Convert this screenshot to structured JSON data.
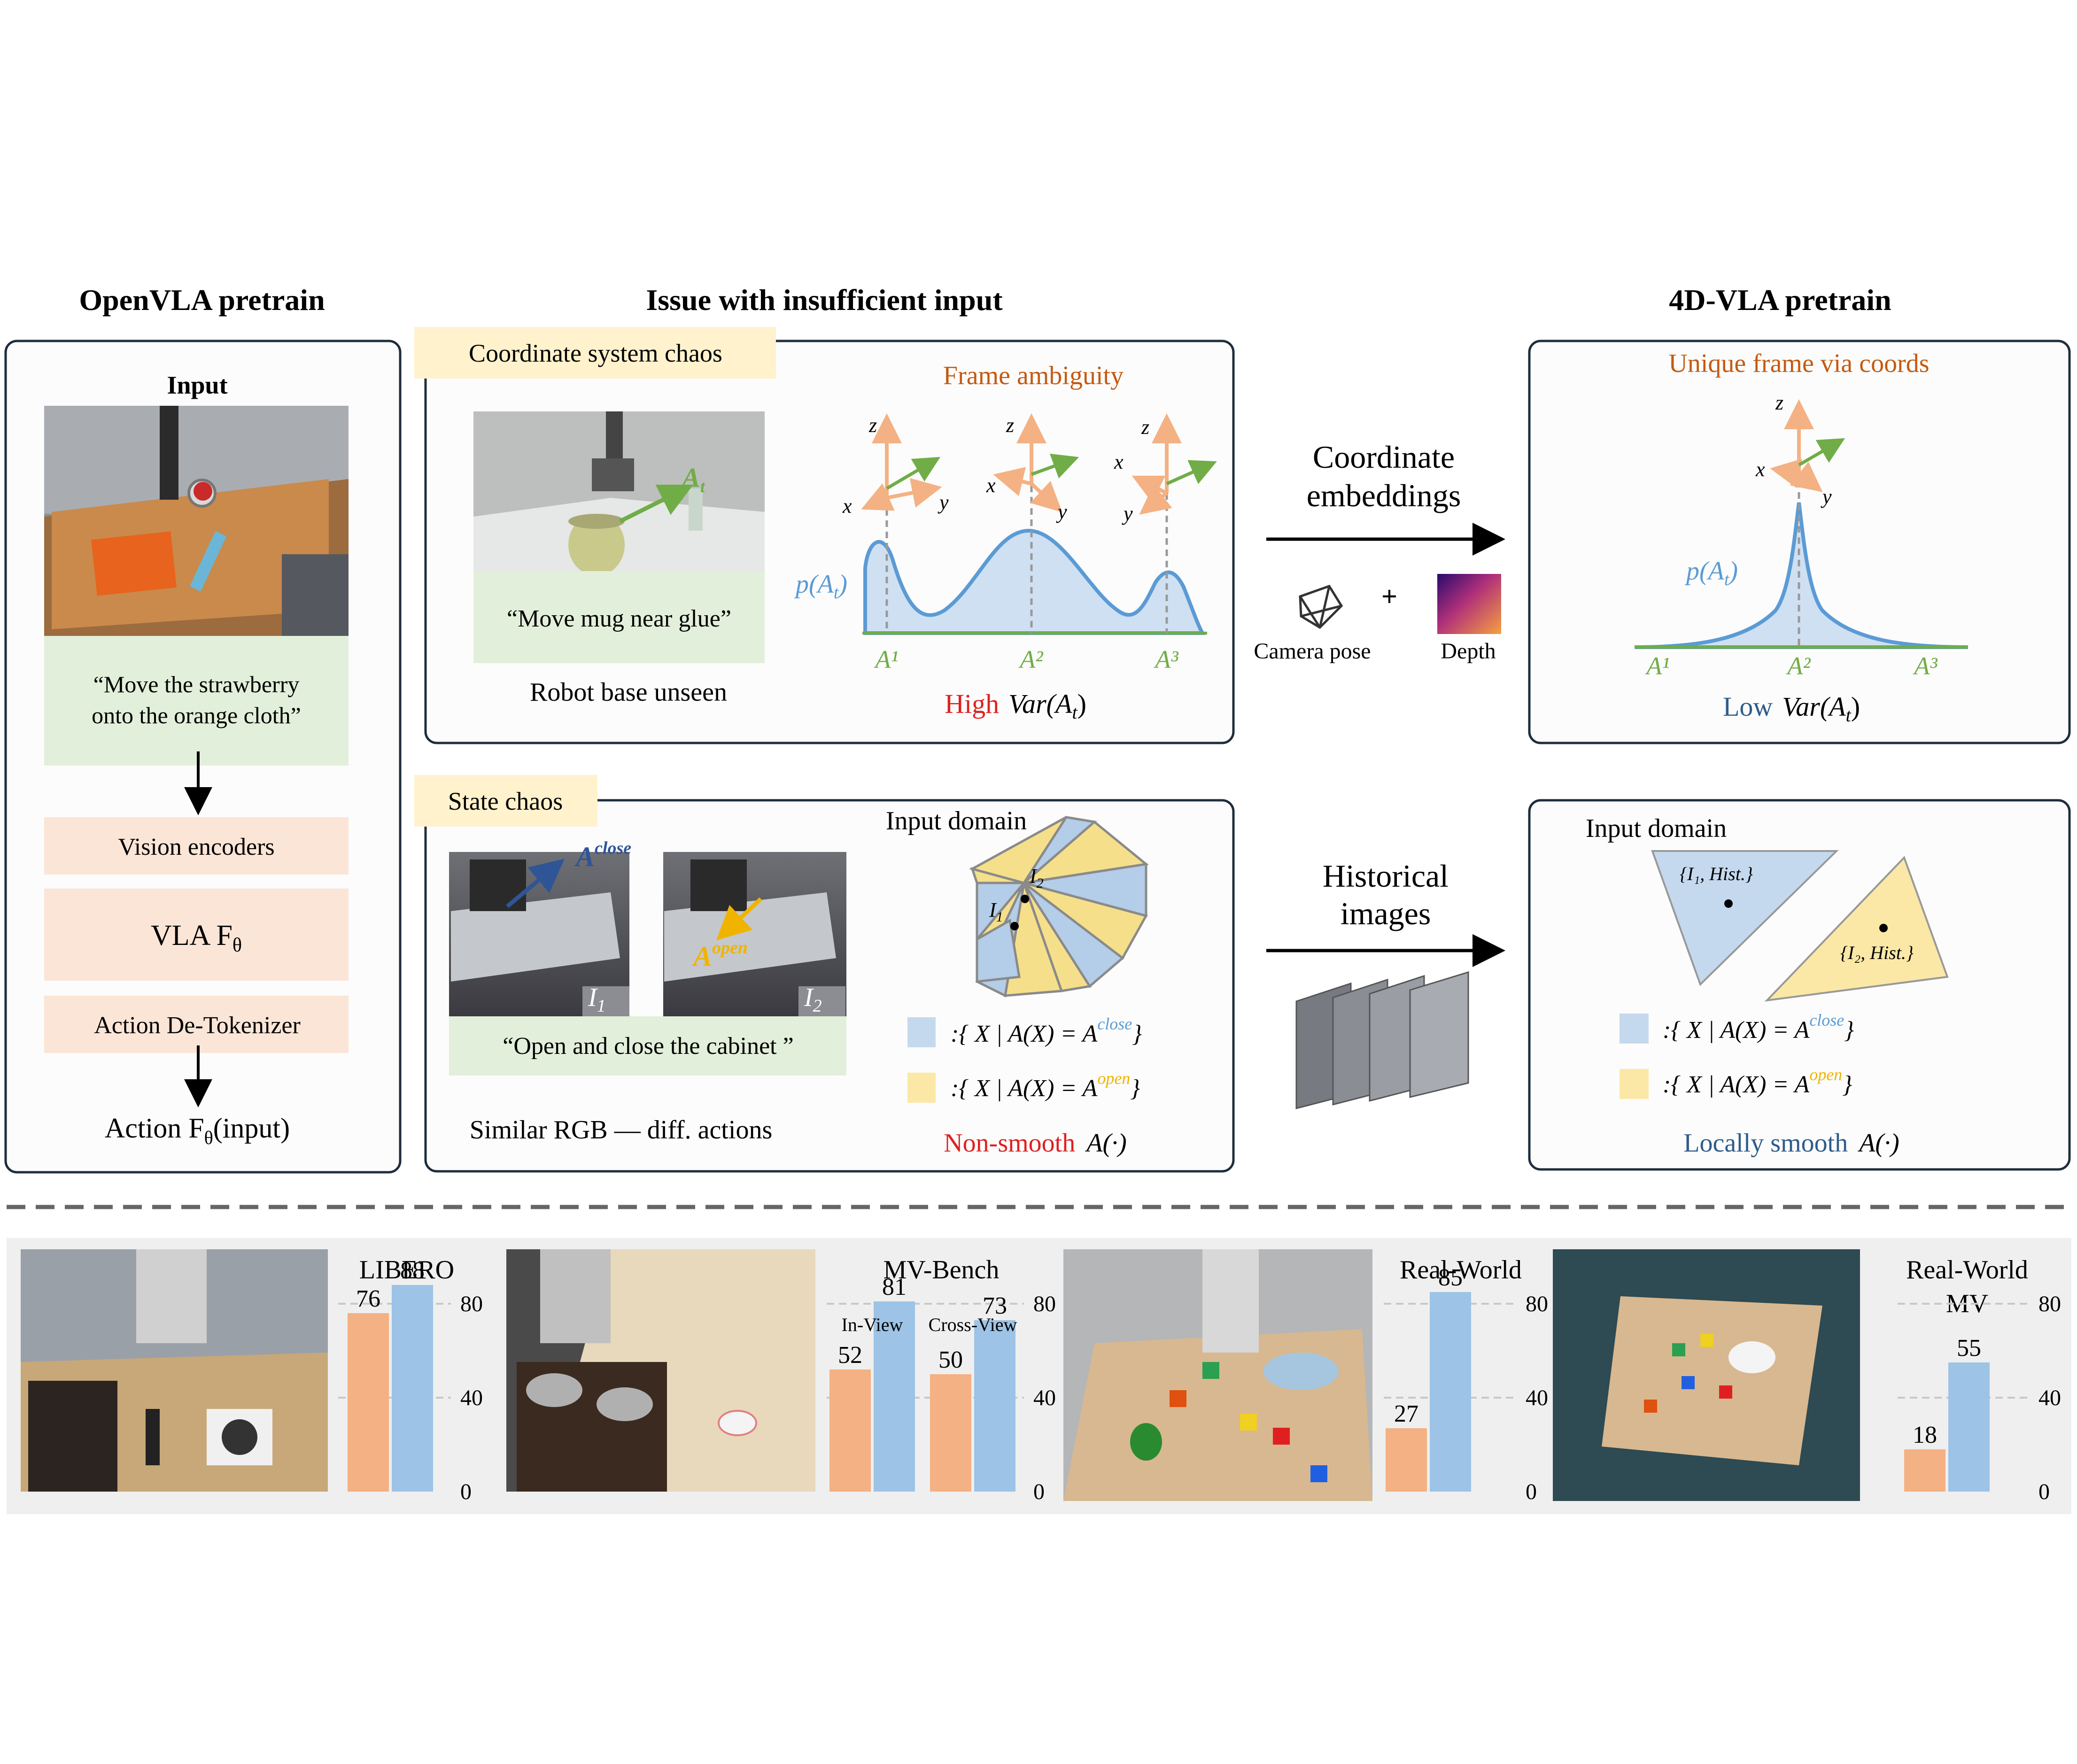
{
  "left_panel": {
    "title": "OpenVLA pretrain",
    "input_label": "Input",
    "instruction_line1": "“Move the strawberry",
    "instruction_line2": "onto the orange cloth”",
    "vision_encoders": "Vision encoders",
    "vla": "VLA F",
    "vla_sub": "θ",
    "detokenizer": "Action De-Tokenizer",
    "output_prefix": "Action F",
    "output_sub": "θ",
    "output_suffix": "(input)"
  },
  "middle_panel": {
    "title": "Issue with insufficient input",
    "coord_chaos": {
      "tag": "Coordinate system chaos",
      "instruction": "“Move mug near glue”",
      "caption": "Robot base unseen",
      "action_label": "A",
      "action_sub": "t",
      "frame_ambiguity": "Frame ambiguity",
      "density_label": "p(A",
      "density_sub": "t",
      "x_ticks": [
        "A¹",
        "A²",
        "A³"
      ],
      "var_prefix": "High",
      "var_label": "Var(A",
      "var_sub": "t",
      "axis_x": "x",
      "axis_y": "y",
      "axis_z": "z"
    },
    "state_chaos": {
      "tag": "State chaos",
      "img1_label": "I",
      "img1_sub": "1",
      "img2_label": "I",
      "img2_sub": "2",
      "close_sup": "close",
      "open_sup": "open",
      "instruction": "“Open and close the cabinet ”",
      "caption": "Similar RGB — diff. actions",
      "input_domain": "Input domain",
      "point1": "I",
      "point1_sub": "1",
      "point2": "I",
      "point2_sub": "2",
      "legend_close": ":{ X | A(X) = A",
      "legend_close_sup": "close",
      "legend_open": ":{ X | A(X) = A",
      "legend_open_sup": "open",
      "smooth_prefix": "Non-smooth",
      "smooth_label": "A(·)"
    }
  },
  "connectors": {
    "top_label_1": "Coordinate",
    "top_label_2": "embeddings",
    "camera_pose": "Camera pose",
    "plus": "+",
    "depth": "Depth",
    "bottom_label_1": "Historical",
    "bottom_label_2": "images"
  },
  "right_panel": {
    "title": "4D-VLA pretrain",
    "unique_frame": "Unique frame via coords",
    "density_label": "p(A",
    "density_sub": "t",
    "x_ticks": [
      "A¹",
      "A²",
      "A³"
    ],
    "var_prefix": "Low",
    "var_label": "Var(A",
    "var_sub": "t",
    "input_domain": "Input domain",
    "tri1_label": "{I₁, Hist.}",
    "tri2_label": "{I₂, Hist.}",
    "legend_close": ":{ X | A(X) = A",
    "legend_close_sup": "close",
    "legend_open": ":{ X | A(X) = A",
    "legend_open_sup": "open",
    "smooth_prefix": "Locally smooth",
    "smooth_label": "A(·)"
  },
  "colors": {
    "orange_bar": "#f4b183",
    "blue_bar": "#9dc3e6",
    "green_box": "#e2efda",
    "salmon_box": "#fbe5d6",
    "yellow_tag": "#fff2cc",
    "red_text": "#e02020",
    "brown_text": "#c55a11",
    "blue_text": "#2e5c8a",
    "axis_orange": "#f4b183",
    "axis_green": "#70ad47"
  },
  "chart_data": [
    {
      "type": "bar",
      "title": "LIBERO",
      "categories": [
        ""
      ],
      "series": [
        {
          "values": [
            76
          ]
        },
        {
          "values": [
            88
          ]
        }
      ],
      "ylim": [
        0,
        100
      ],
      "yticks": [
        0,
        40,
        80
      ]
    },
    {
      "type": "bar",
      "title": "MV-Bench",
      "categories": [
        "In-View",
        "Cross-View"
      ],
      "series": [
        {
          "values": [
            52,
            50
          ]
        },
        {
          "values": [
            81,
            73
          ]
        }
      ],
      "ylim": [
        0,
        100
      ],
      "yticks": [
        0,
        40,
        80
      ]
    },
    {
      "type": "bar",
      "title": "Real-World",
      "categories": [
        ""
      ],
      "series": [
        {
          "values": [
            27
          ]
        },
        {
          "values": [
            85
          ]
        }
      ],
      "ylim": [
        0,
        100
      ],
      "yticks": [
        0,
        40,
        80
      ]
    },
    {
      "type": "bar",
      "title": "Real-World MV",
      "title_line1": "Real-World",
      "title_line2": "MV",
      "categories": [
        ""
      ],
      "series": [
        {
          "values": [
            18
          ]
        },
        {
          "values": [
            55
          ]
        }
      ],
      "ylim": [
        0,
        100
      ],
      "yticks": [
        0,
        40,
        80
      ]
    }
  ]
}
